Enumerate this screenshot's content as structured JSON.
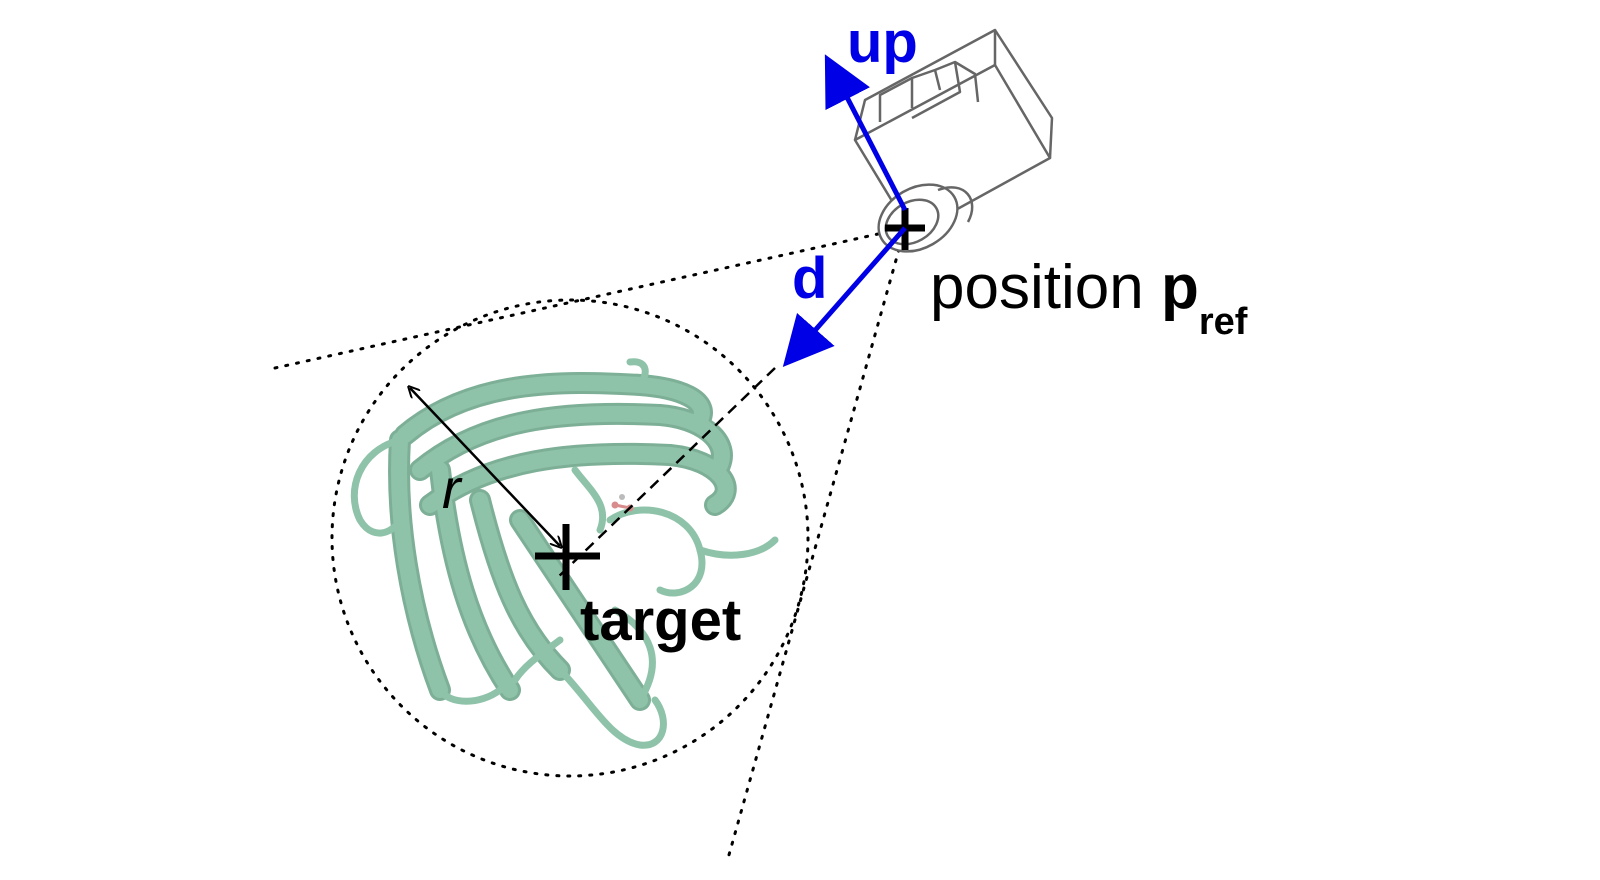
{
  "labels": {
    "up": "up",
    "d": "d",
    "r": "r",
    "position_prefix": "position ",
    "p": "p",
    "ref": "ref",
    "target": "target"
  },
  "colors": {
    "vector": "#0000e6",
    "protein": "#8fc3a9",
    "protein_edge": "#6fa78c",
    "camera": "#666666",
    "guide": "#000000",
    "ligand": "#d98c8c"
  },
  "icons": {
    "camera": "camera-icon",
    "protein": "protein-ribbon-icon",
    "crosshair": "crosshair-icon"
  }
}
